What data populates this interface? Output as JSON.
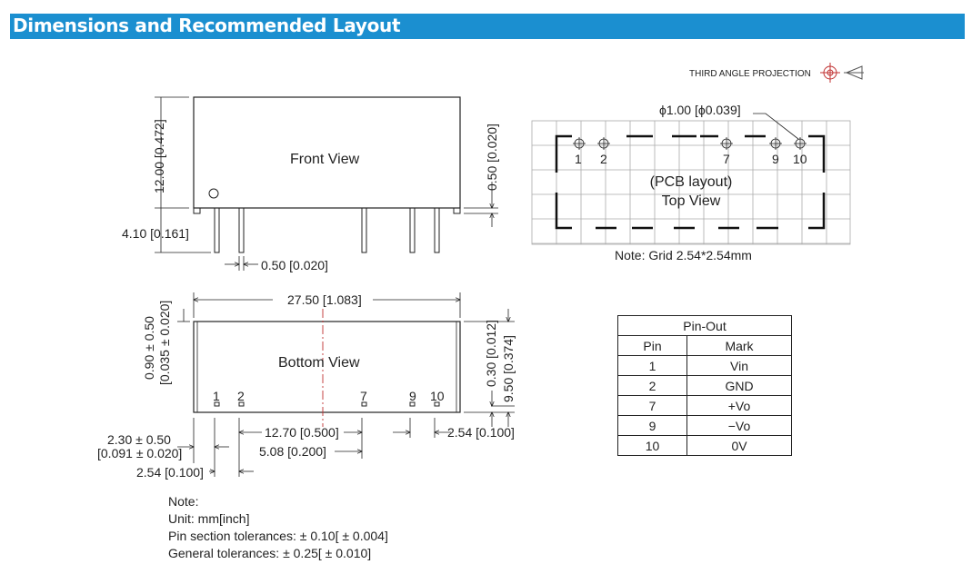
{
  "header": {
    "title": "Dimensions and Recommended Layout"
  },
  "projection": {
    "label": "THIRD ANGLE PROJECTION"
  },
  "front_view": {
    "title": "Front View",
    "height_dim": "12.00 [0.472]",
    "pin_length_dim": "4.10 [0.161]",
    "pin_width_dim": "0.50 [0.020]",
    "standoff_dim": "0.50 [0.020]"
  },
  "pcb_layout": {
    "hole_dim": "ϕ1.00 [ϕ0.039]",
    "title_line1": "(PCB layout)",
    "title_line2": "Top View",
    "pins": [
      "1",
      "2",
      "7",
      "9",
      "10"
    ],
    "grid_note": "Note: Grid 2.54*2.54mm"
  },
  "bottom_view": {
    "title": "Bottom View",
    "length_dim": "27.50 [1.083]",
    "left_dim_line1": "0.90 ± 0.50",
    "left_dim_line2": "[0.035 ± 0.020]",
    "right_dim_small": "0.30 [0.012]",
    "right_dim_large": "9.50 [0.374]",
    "pins": [
      "1",
      "2",
      "7",
      "9",
      "10"
    ],
    "offset_dim_line1": "2.30 ± 0.50",
    "offset_dim_line2": "[0.091 ± 0.020]",
    "pitch_dim": "2.54 [0.100]",
    "span_dim": "12.70 [0.500]",
    "mid_dim": "5.08 [0.200]",
    "right_pitch_dim": "2.54 [0.100]"
  },
  "pin_out": {
    "title": "Pin-Out",
    "headers": [
      "Pin",
      "Mark"
    ],
    "rows": [
      [
        "1",
        "Vin"
      ],
      [
        "2",
        "GND"
      ],
      [
        "7",
        "+Vo"
      ],
      [
        "9",
        "−Vo"
      ],
      [
        "10",
        "0V"
      ]
    ]
  },
  "notes": {
    "heading": "Note:",
    "unit": "Unit: mm[inch]",
    "pin_tol": "Pin section tolerances:  ± 0.10[ ± 0.004]",
    "gen_tol": "General tolerances:  ± 0.25[ ± 0.010]"
  }
}
